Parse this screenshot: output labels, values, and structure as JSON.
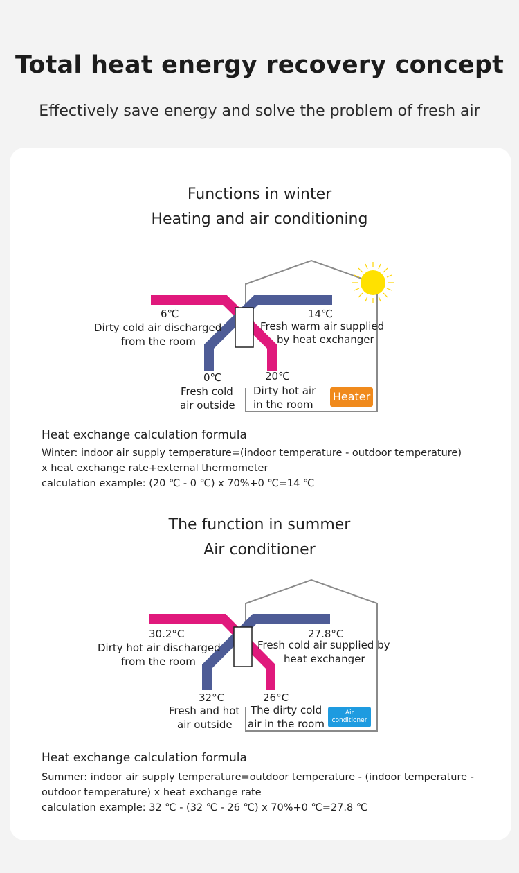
{
  "header": {
    "title": "Total heat energy recovery concept",
    "subtitle": "Effectively save energy and solve the problem of fresh air"
  },
  "winter": {
    "heading_line1": "Functions in winter",
    "heading_line2": "Heating and air conditioning",
    "labels": {
      "exhaust_temp": "6℃",
      "exhaust_line1": "Dirty cold air discharged",
      "exhaust_line2": "from the room",
      "supply_temp": "14℃",
      "supply_line1": "Fresh warm air supplied",
      "supply_line2": "by heat exchanger",
      "outdoor_temp": "0℃",
      "outdoor_line1": "Fresh cold",
      "outdoor_line2": "air outside",
      "indoor_temp": "20℃",
      "indoor_line1": "Dirty hot air",
      "indoor_line2": "in the room"
    },
    "badge": "Heater",
    "formula_title": "Heat exchange calculation formula",
    "formula_line1": "Winter: indoor air supply temperature=(indoor temperature - outdoor temperature)",
    "formula_line2": "x heat exchange rate+external thermometer",
    "formula_line3": "calculation example: (20 ℃ - 0 ℃) x 70%+0 ℃=14 ℃"
  },
  "summer": {
    "heading_line1": "The function in summer",
    "heading_line2": "Air conditioner",
    "labels": {
      "exhaust_temp": "30.2°C",
      "exhaust_line1": "Dirty hot air discharged",
      "exhaust_line2": "from the room",
      "supply_temp": "27.8°C",
      "supply_line1": "Fresh cold air supplied by",
      "supply_line2": "heat exchanger",
      "outdoor_temp": "32°C",
      "outdoor_line1": "Fresh and hot",
      "outdoor_line2": "air outside",
      "indoor_temp": "26°C",
      "indoor_line1": "The dirty cold",
      "indoor_line2": "air in the room"
    },
    "badge_line1": "Air",
    "badge_line2": "conditioner",
    "formula_title": "Heat exchange calculation formula",
    "formula_line1": "Summer: indoor air supply temperature=outdoor temperature - (indoor temperature -",
    "formula_line2": "outdoor temperature) x heat exchange rate",
    "formula_line3": "calculation example: 32 ℃ - (32 ℃ - 26 ℃) x 70%+0 ℃=27.8 ℃"
  },
  "colors": {
    "hot_duct": "#e0197c",
    "cold_duct": "#4e5c96",
    "house_line": "#8a8a8a",
    "sun": "#ffe100",
    "heater": "#f08a1c",
    "air_conditioner": "#1e9be0"
  }
}
